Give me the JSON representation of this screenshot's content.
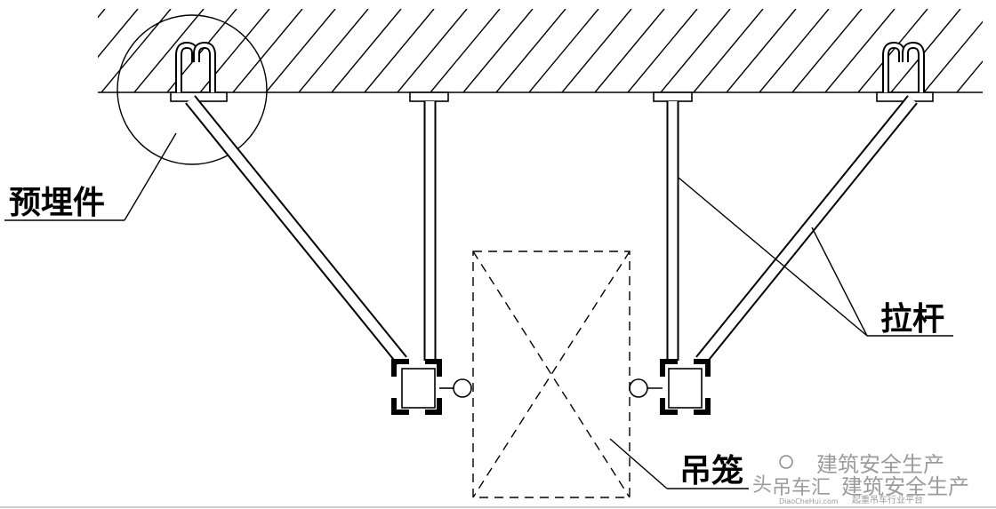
{
  "labels": {
    "embedded_part": "预埋件",
    "tie_rod": "拉杆",
    "cage": "吊笼"
  },
  "watermark": {
    "prefix": "头",
    "line1": "建筑安全生产",
    "brand": "吊车汇",
    "line2": "建筑安全生产",
    "site": "DiaoCheHui.com",
    "slogan": "起重吊车行业平台"
  },
  "colors": {
    "line": "#000000",
    "background": "#ffffff",
    "watermark": "#8a8a8a"
  }
}
